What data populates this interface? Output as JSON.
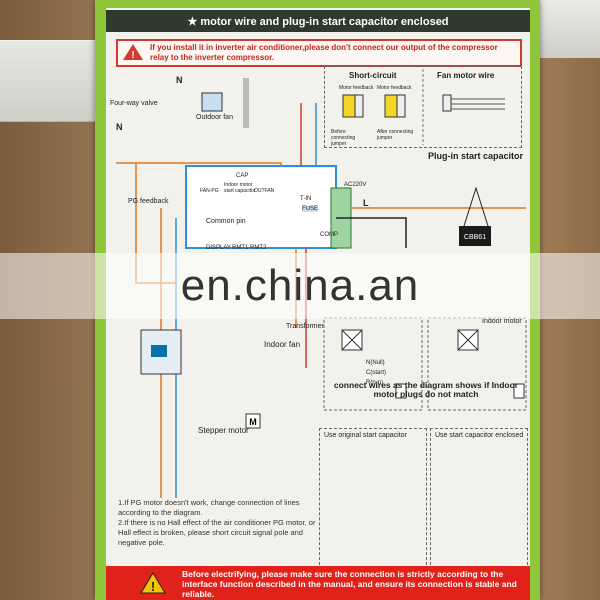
{
  "header": {
    "title": "★ motor wire and plug-in start capacitor enclosed"
  },
  "warning_top": "If you install it in inverter air conditioner,please don't connect our output of the compressor relay to the inverter compressor.",
  "fan_box": {
    "short_circuit": "Short-circuit",
    "fan_motor_wire": "Fan motor wire",
    "motor_feedback_1": "Motor feedback",
    "motor_feedback_2": "Motor feedback",
    "before": "Before connecting jumper",
    "after": "After connecting jumper"
  },
  "plugin": {
    "title": "Plug-in start capacitor",
    "cap_label": "CBB61"
  },
  "diagram_labels": {
    "four_way": "Four-way valve",
    "outdoor_fan": "Outdoor fan",
    "n1": "N",
    "n2": "N",
    "pg_feedback": "PG feedback",
    "stepper": "Stepper motor",
    "common_pin": "Common pin",
    "display": "DISPLAY",
    "rmt1": "RMT1 RMT2",
    "cap": "CAP",
    "fan_pg": "FAN-PG",
    "indoor_cap": "Indoor motor start capacitor",
    "out_fan": "OUTFAN",
    "ac220": "AC220V",
    "t_in": "T-IN",
    "fuse": "FUSE",
    "comp": "COMP",
    "transformer": "Transformer",
    "indoor_fan": "Indoor fan",
    "indoor_motor": "Indoor motor",
    "stepper_motor_m": "Stepper motor",
    "l": "L",
    "n_null": "N(Null)",
    "start": "C(start)",
    "run": "R(run)"
  },
  "watermark": "en.china.an",
  "connect_title": "connect wires as the diagram shows if Indoor motor plugs do not match",
  "use_original": "Use original start capacitor",
  "use_enclosed": "Use start capacitor enclosed",
  "notes": [
    "1.If PG motor doesn't work, change connection of lines according to the diagram.",
    "2.If there is no Hall effect of the air conditioner PG motor, or Hall effect is broken, please short circuit signal pole and negative pole."
  ],
  "bottom_warning": "Before electrifying, please make sure the connection is strictly according to the interface function described in the manual, and ensure its connection is stable and reliable.",
  "colors": {
    "sheet_green": "#8fc63a",
    "warning_red": "#e0221a"
  }
}
